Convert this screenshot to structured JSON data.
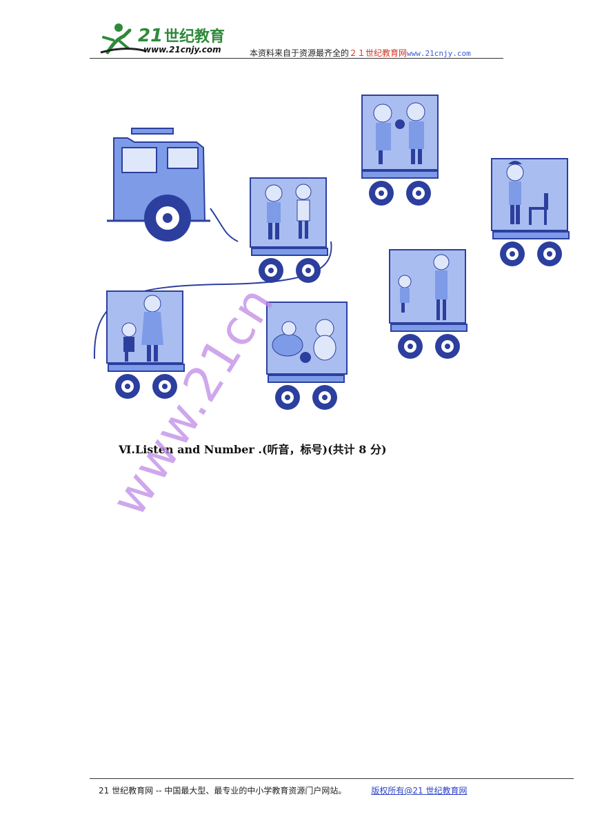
{
  "header": {
    "logo_text": "21世纪教育",
    "logo_url": "www.21cnjy.com",
    "note_prefix": "本资料来自于资源最齐全的",
    "note_brand": "２１世纪教育网",
    "note_url": "www.21cnjy.com"
  },
  "section": {
    "title": "Ⅵ.Listen and Number .(听音，标号)(共计 8 分)"
  },
  "watermark": {
    "text": "www.21cn"
  },
  "footer": {
    "text": "21 世纪教育网 -- 中国最大型、最专业的中小学教育资源门户网站。",
    "copyright": "版权所有@21 世纪教育网"
  },
  "colors": {
    "illustration_blue": "#7e9be8",
    "illustration_dark": "#2c3f9e",
    "watermark": "#c08ae6",
    "logo_green": "#2e8a3a"
  }
}
